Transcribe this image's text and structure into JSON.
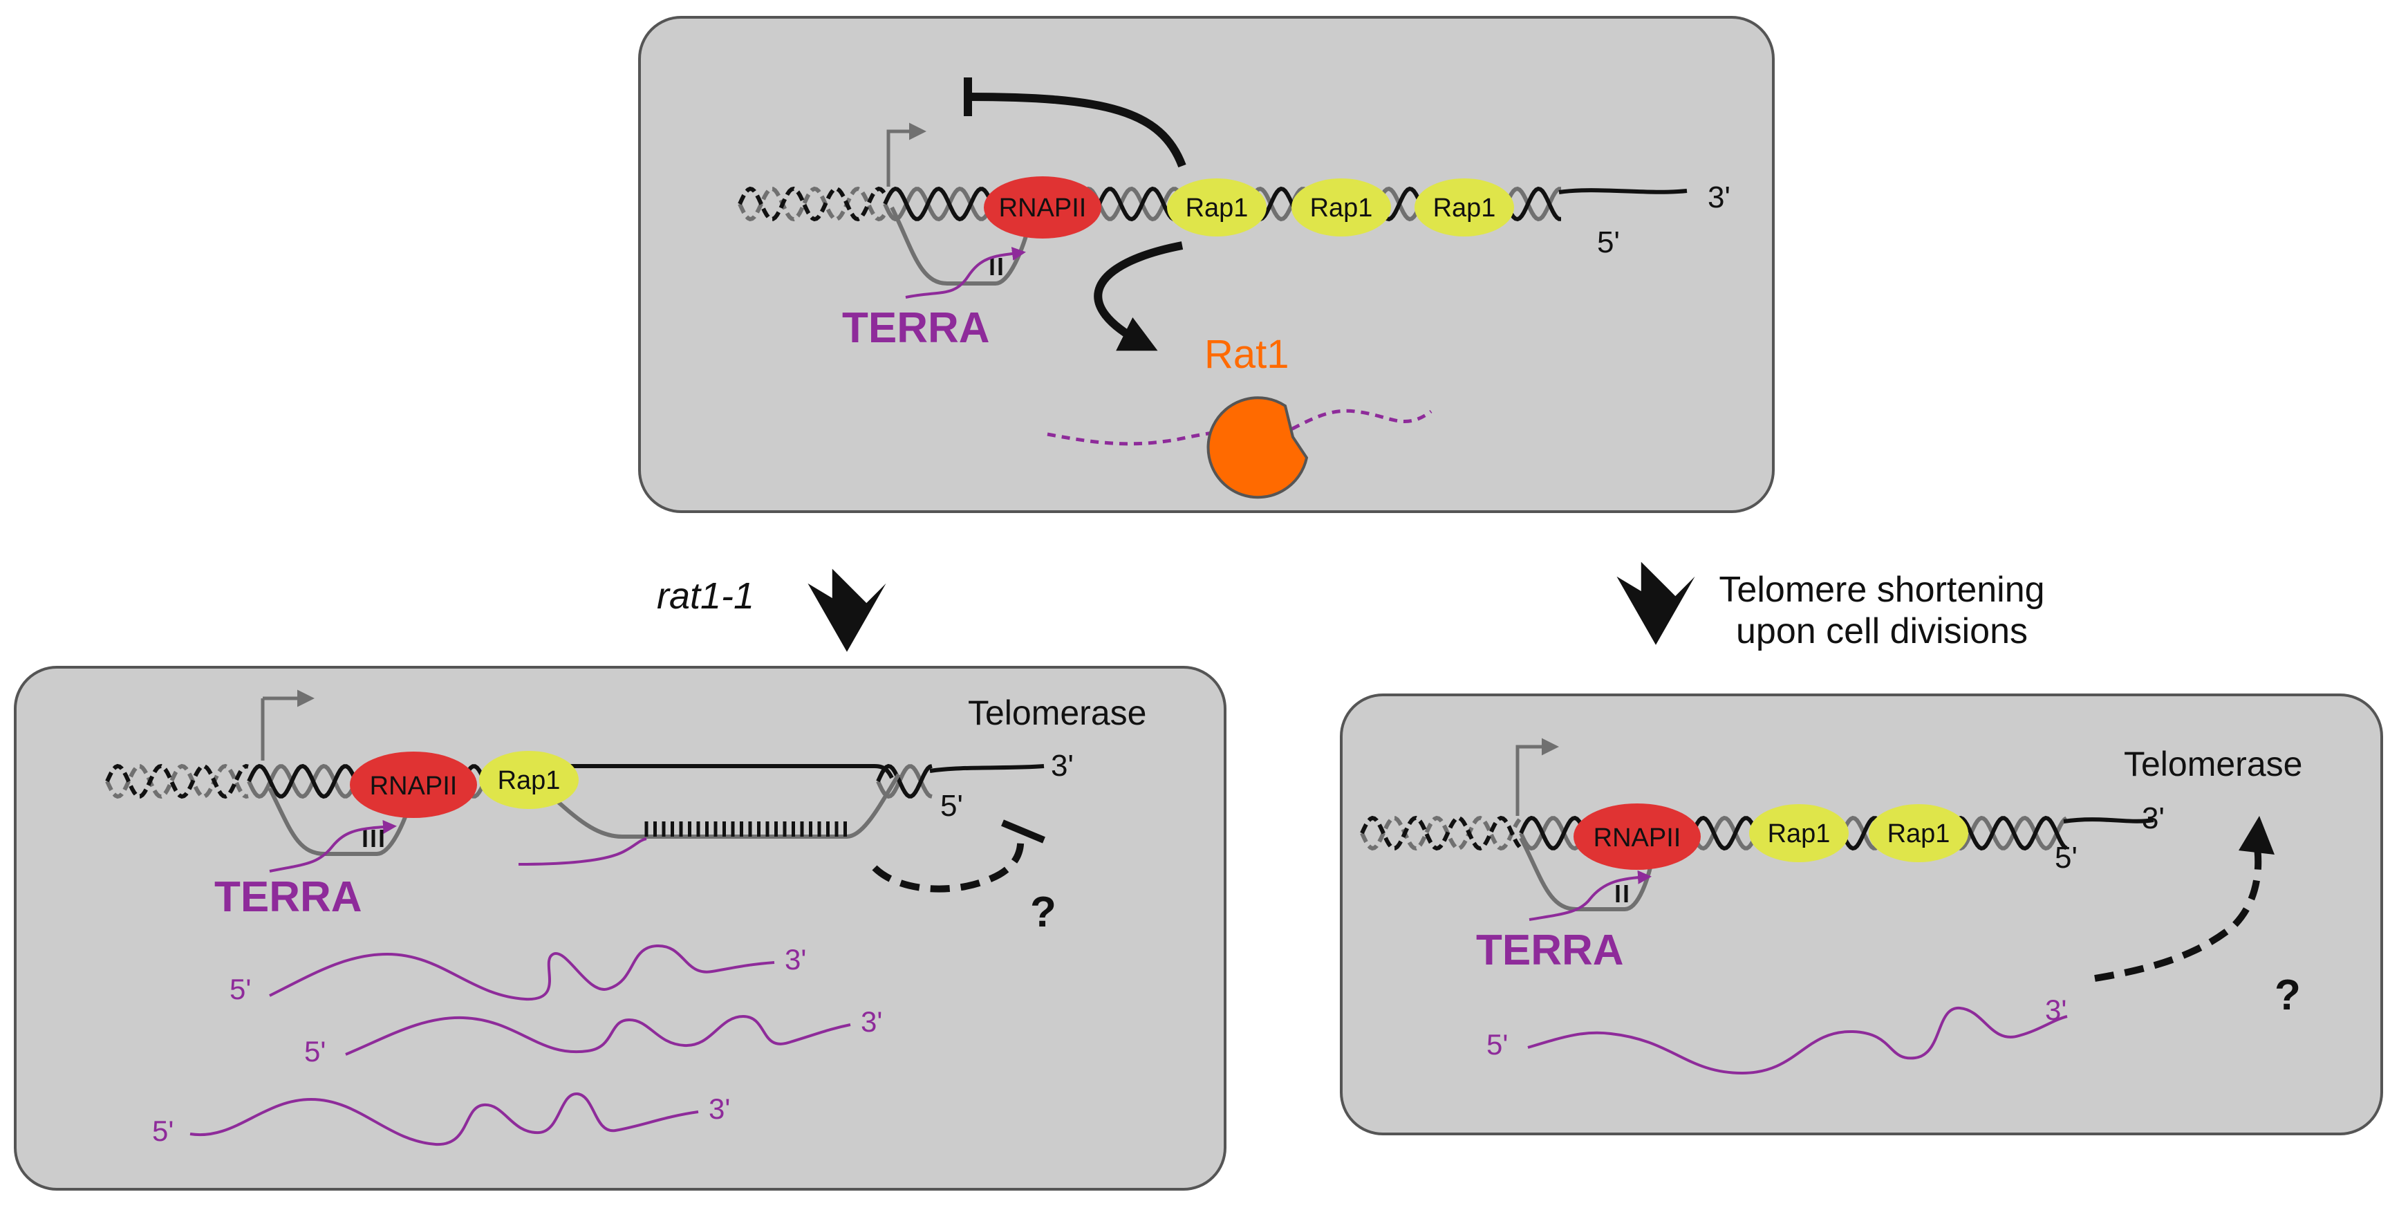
{
  "colors": {
    "panel_fill": "#cccccc",
    "panel_stroke": "#555555",
    "rnapii": "#e03333",
    "rap1": "#dfe54a",
    "rat1": "#ff6a00",
    "terra": "#8e2b9a",
    "dna_dark": "#111111",
    "dna_light": "#707070"
  },
  "top_panel": {
    "protein_rnapii": "RNAPII",
    "protein_rap1_a": "Rap1",
    "protein_rap1_b": "Rap1",
    "protein_rap1_c": "Rap1",
    "end_3": "3'",
    "end_5": "5'",
    "terra_label": "TERRA",
    "rat1_label": "Rat1"
  },
  "arrows": {
    "left_label": "rat1-1",
    "right_label_line1": "Telomere shortening",
    "right_label_line2": "upon cell divisions"
  },
  "left_panel": {
    "protein_rnapii": "RNAPII",
    "protein_rap1": "Rap1",
    "telomerase": "Telomerase",
    "end_3": "3'",
    "end_5": "5'",
    "terra_label": "TERRA",
    "question": "?",
    "rna1_5": "5'",
    "rna1_3": "3'",
    "rna2_5": "5'",
    "rna2_3": "3'",
    "rna3_5": "5'",
    "rna3_3": "3'"
  },
  "right_panel": {
    "protein_rnapii": "RNAPII",
    "protein_rap1_a": "Rap1",
    "protein_rap1_b": "Rap1",
    "telomerase": "Telomerase",
    "end_3": "3'",
    "end_5": "5'",
    "terra_label": "TERRA",
    "question": "?",
    "rna_5": "5'",
    "rna_3": "3'"
  }
}
